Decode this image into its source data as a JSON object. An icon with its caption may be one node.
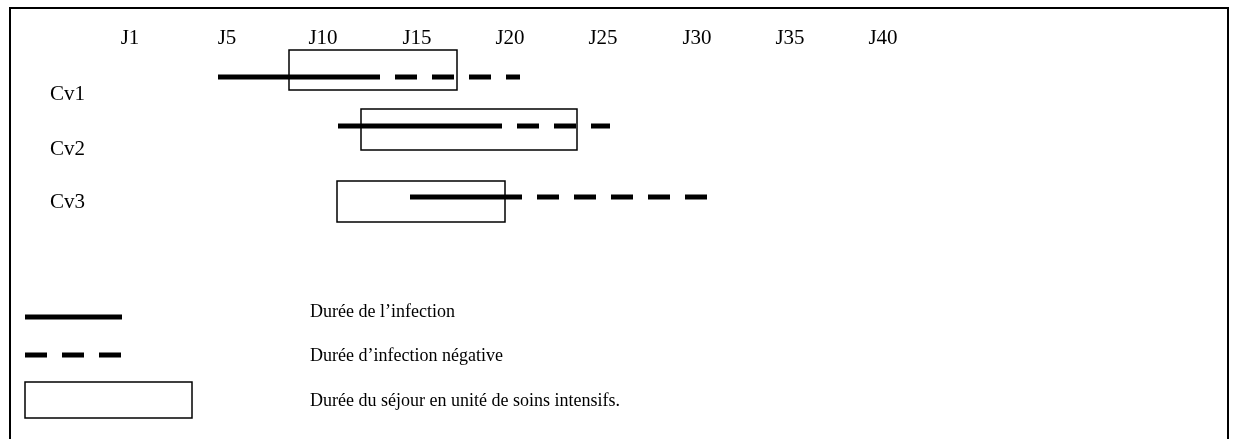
{
  "diagram": {
    "labels": [
      "J1",
      "J5",
      "J10",
      "J15",
      "J20",
      "J25",
      "J30",
      "J35",
      "J40",
      "Cv1",
      "Cv2",
      "Cv3"
    ],
    "legend": [
      {
        "text": "Durée de l’infection"
      },
      {
        "text": "Durée d’infection négative"
      },
      {
        "text": "Durée du séjour en unité de soins intensifs."
      }
    ]
  }
}
